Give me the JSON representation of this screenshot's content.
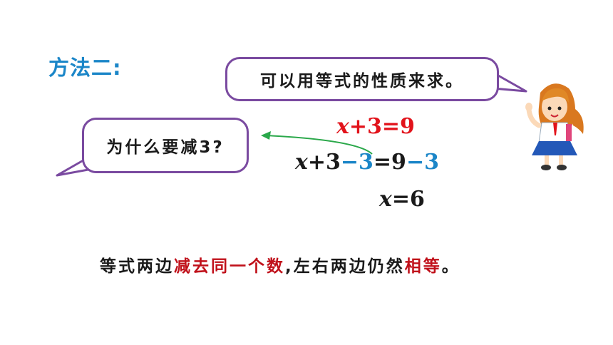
{
  "heading": "方法二:",
  "bubble_right_text": "可以用等式的性质来求。",
  "bubble_left_text": "为什么要减3?",
  "equations": {
    "line1": {
      "x": "x",
      "rest": "+3=9"
    },
    "line2": {
      "x": "x",
      "a": "+3",
      "b": "−3",
      "c": "=9",
      "d": "−3"
    },
    "line3": {
      "x": "x",
      "rest": "=6"
    }
  },
  "conclusion": {
    "part1": "等式两边",
    "part2": "减去同一个数",
    "part3": ",左右两边仍然",
    "part4": "相等",
    "part5": "。"
  },
  "colors": {
    "heading": "#1b86c8",
    "red": "#e2131b",
    "blue": "#1b86c8",
    "bubble_border": "#7a4aa0",
    "arrow": "#2aa84a"
  }
}
